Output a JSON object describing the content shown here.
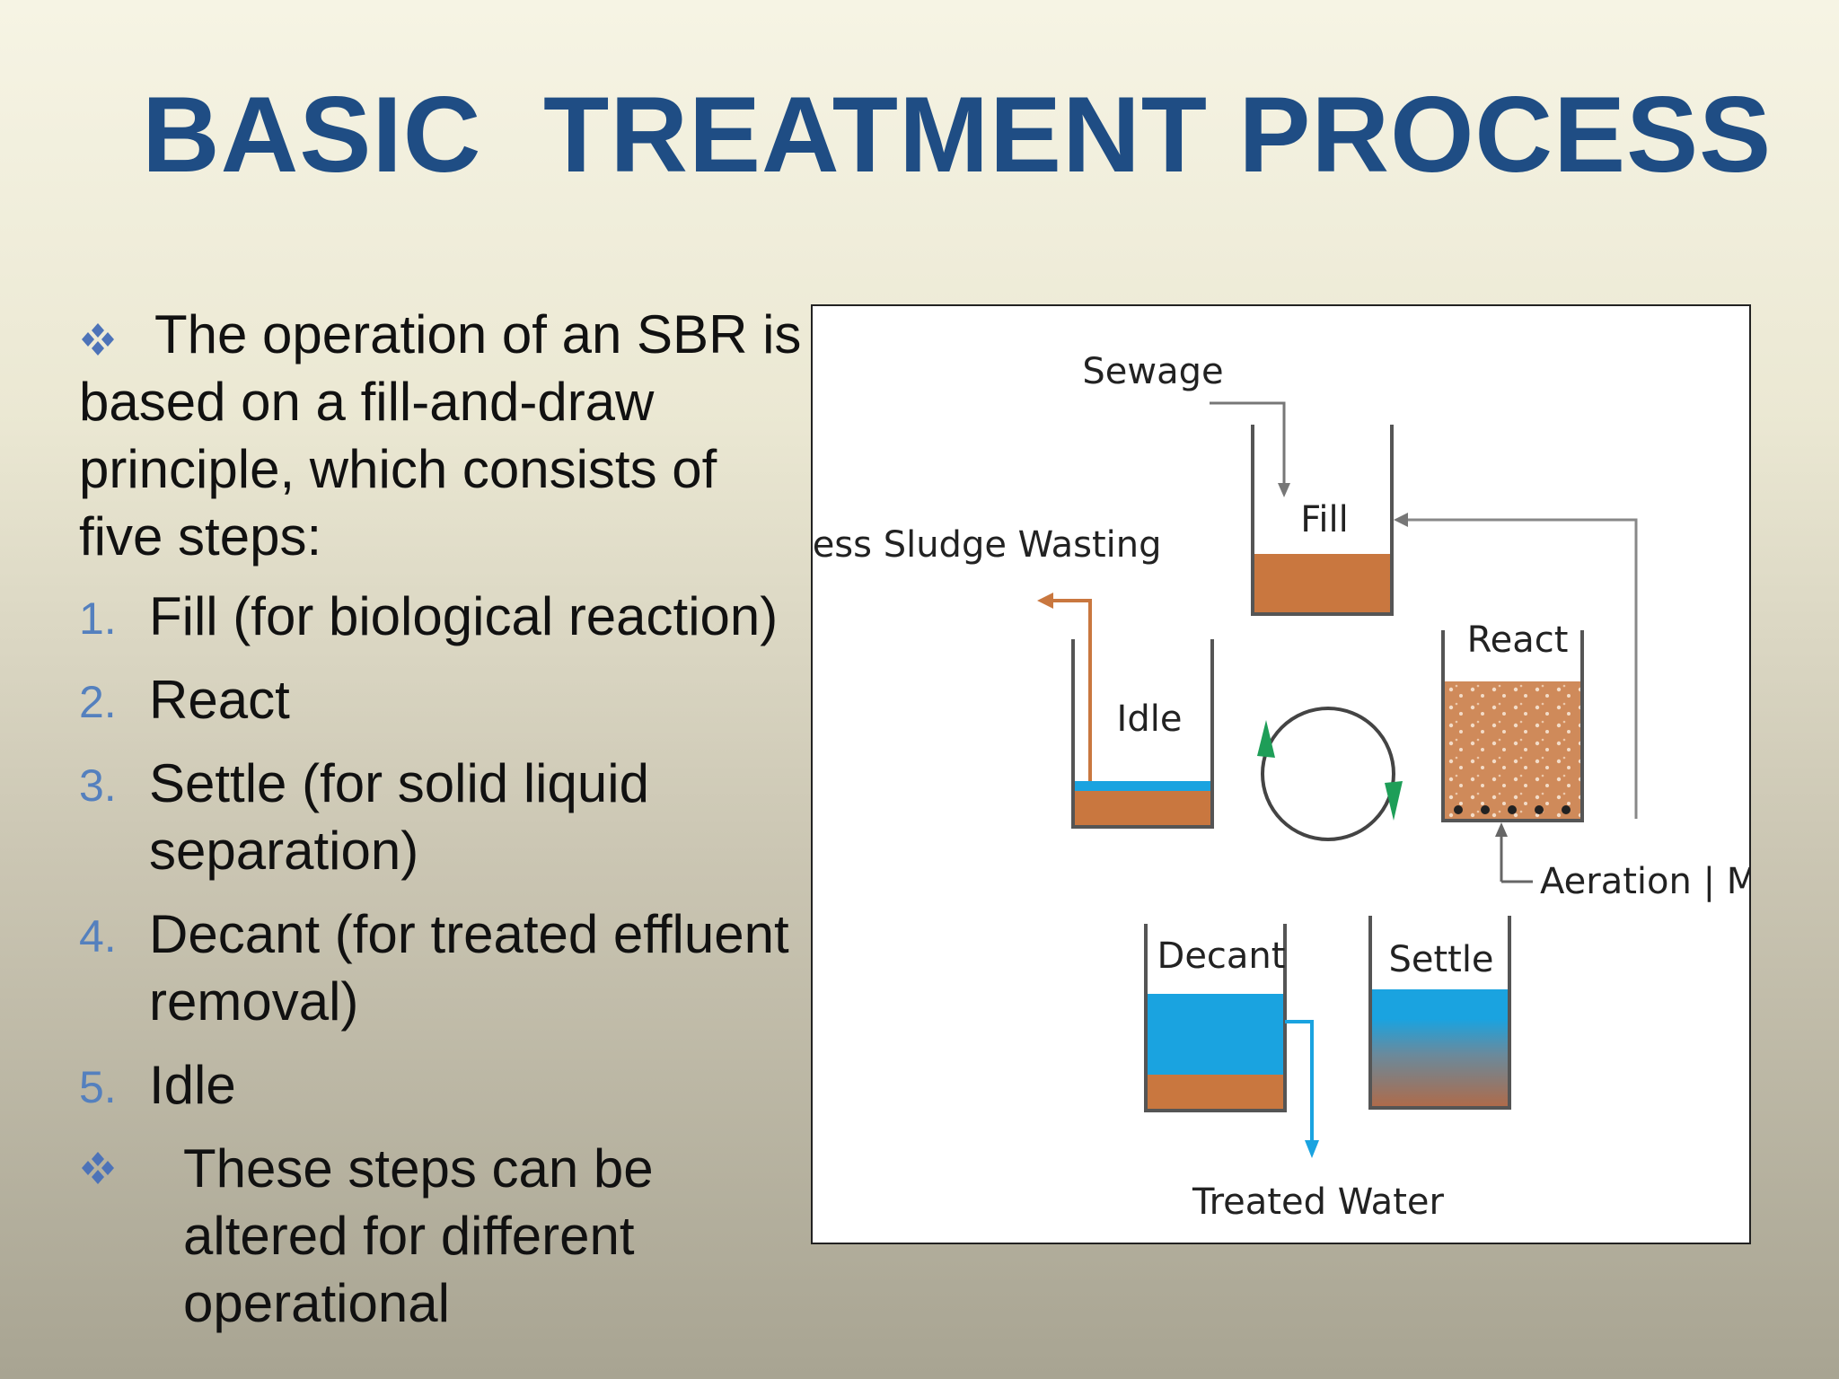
{
  "slide": {
    "title": "BASIC  TREATMENT PROCESS",
    "intro": "The operation of an SBR is based on a fill-and-draw principle, which consists of five steps:",
    "steps": [
      {
        "number": "1.",
        "text": "Fill  (for biological reaction)"
      },
      {
        "number": "2.",
        "text": "React"
      },
      {
        "number": "3.",
        "text": "Settle (for solid liquid separation)"
      },
      {
        "number": "4.",
        "text": "Decant (for treated effluent removal)"
      },
      {
        "number": "5.",
        "text": "Idle"
      }
    ],
    "closing": "These steps can be altered for different operational",
    "bullet_icon": "diamond-dots-bullet",
    "colors": {
      "title": "#1f4d84",
      "list_numbers": "#5480be",
      "sludge": "#c9773f",
      "water": "#1aa3e0",
      "cycle_arrow": "#1e9e58"
    }
  },
  "diagram": {
    "labels": {
      "sewage": "Sewage",
      "fill": "Fill",
      "react": "React",
      "settle": "Settle",
      "decant": "Decant",
      "idle": "Idle",
      "excess_sludge": "Excess Sludge Wasting",
      "aeration_mixing": "Aeration | Mixing",
      "treated_water": "Treated Water"
    }
  }
}
